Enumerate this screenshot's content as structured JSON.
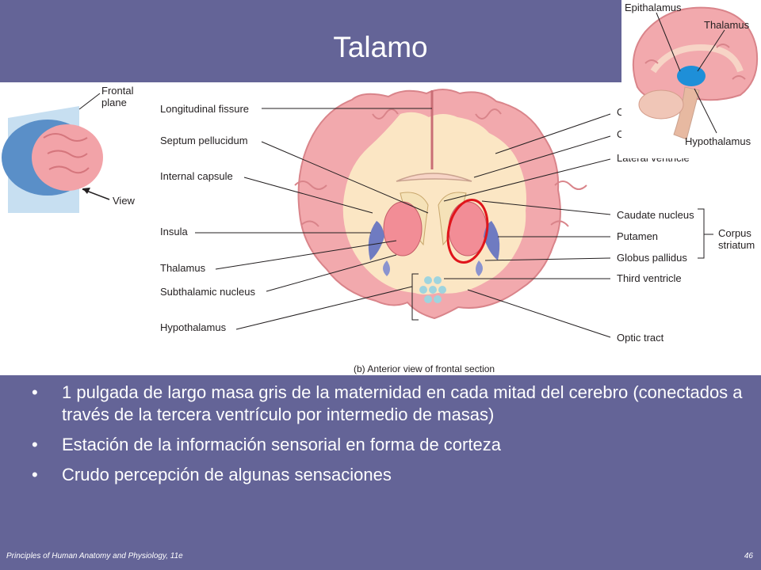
{
  "slide": {
    "title": "Talamo",
    "bullets": [
      "1 pulgada de largo masa gris de la maternidad en cada mitad del cerebro (conectados a través de la tercera ventrículo por intermedio de masas)",
      "Estación de la información sensorial en forma de corteza",
      "Crudo percepción de algunas sensaciones"
    ],
    "bullet_glyph": "•"
  },
  "figure": {
    "caption": "(b) Anterior view of frontal section",
    "orientation_labels": {
      "frontal_plane": "Frontal\nplane",
      "view": "View"
    },
    "left_labels": [
      "Longitudinal fissure",
      "Septum pellucidum",
      "Internal capsule",
      "Insula",
      "Thalamus",
      "Subthalamic nucleus",
      "Hypothalamus"
    ],
    "right_labels": [
      "C",
      "C",
      "Lateral ventricle",
      "Caudate nucleus",
      "Putamen",
      "Globus pallidus",
      "Third ventricle",
      "Optic tract"
    ],
    "bracket_label": "Corpus\nstriatum"
  },
  "inset": {
    "labels": [
      "Epithalamus",
      "Thalamus",
      "Hypothalamus"
    ]
  },
  "footer": {
    "source": "Principles of Human Anatomy and Physiology, 11e",
    "page": "46"
  },
  "colors": {
    "background": "#646497",
    "cortex_pink": "#f0a8ac",
    "white_matter": "#fbe6c4",
    "basal_blue": "#6f7bc1",
    "thalamus_blue": "#1e8fd8",
    "highlight_red": "#e0151b"
  }
}
